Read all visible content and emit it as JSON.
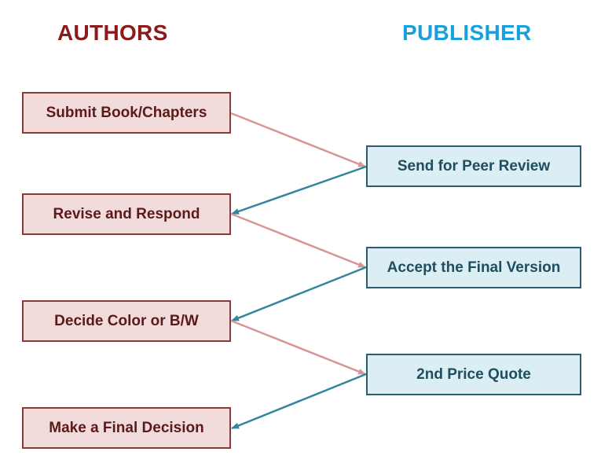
{
  "headings": {
    "authors": "AUTHORS",
    "publisher": "PUBLISHER"
  },
  "authors": [
    {
      "label": "Submit Book/Chapters"
    },
    {
      "label": "Revise and Respond"
    },
    {
      "label": "Decide Color or B/W"
    },
    {
      "label": "Make a Final Decision"
    }
  ],
  "publisher": [
    {
      "label": "Send for Peer Review"
    },
    {
      "label": "Accept the Final Version"
    },
    {
      "label": "2nd Price Quote"
    }
  ],
  "colors": {
    "authors_heading": "#8b1a1a",
    "publisher_heading": "#1aa0d8",
    "author_fill": "#f2dcdb",
    "author_border": "#8b3a3a",
    "publisher_fill": "#dbeef3",
    "publisher_border": "#2b5d6e",
    "author_to_publisher_arrow": "#d99594",
    "publisher_to_author_arrow": "#31859c"
  }
}
